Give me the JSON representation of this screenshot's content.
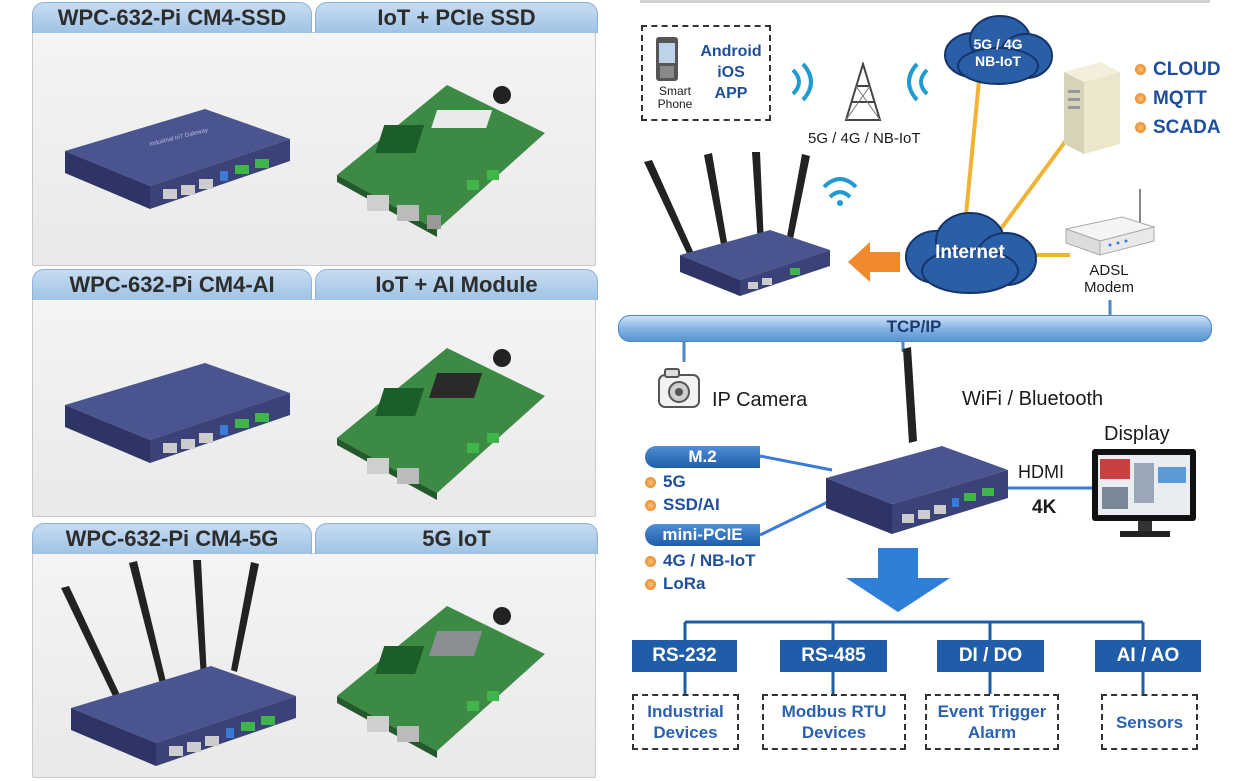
{
  "panels": [
    {
      "left_title": "WPC-632-Pi CM4-SSD",
      "right_title": "IoT + PCIe SSD"
    },
    {
      "left_title": "WPC-632-Pi CM4-AI",
      "right_title": "IoT + AI  Module"
    },
    {
      "left_title": "WPC-632-Pi CM4-5G",
      "right_title": "5G  IoT"
    }
  ],
  "diagram": {
    "phone_label": [
      "Smart",
      "Phone"
    ],
    "app_label": [
      "Android",
      "iOS",
      "APP"
    ],
    "tower_label": "5G / 4G / NB-IoT",
    "cloud_top": [
      "5G / 4G",
      "NB-IoT"
    ],
    "cloud_internet": "Internet",
    "server_items": [
      "CLOUD",
      "MQTT",
      "SCADA"
    ],
    "modem_label": [
      "ADSL",
      "Modem"
    ],
    "bus_label": "TCP/IP",
    "camera_label": "IP Camera",
    "wifi_label": "WiFi / Bluetooth",
    "display_label": "Display",
    "hdmi_label": "HDMI",
    "res_label": "4K",
    "m2": {
      "label": "M.2",
      "items": [
        "5G",
        "SSD/AI"
      ]
    },
    "minipcie": {
      "label": "mini-PCIE",
      "items": [
        "4G / NB-IoT",
        "LoRa"
      ]
    },
    "interfaces": [
      {
        "label": "RS-232",
        "device": [
          "Industrial",
          "Devices"
        ]
      },
      {
        "label": "RS-485",
        "device": [
          "Modbus RTU",
          "Devices"
        ]
      },
      {
        "label": "DI / DO",
        "device": [
          "Event Trigger",
          "Alarm"
        ]
      },
      {
        "label": "AI / AO",
        "device": [
          "Sensors"
        ]
      }
    ],
    "device_lid_text": "Industrial IoT Gateway"
  },
  "colors": {
    "accent_blue": "#1f5da8",
    "label_blue": "#1f4f9c",
    "link_orange": "#f2b233"
  }
}
